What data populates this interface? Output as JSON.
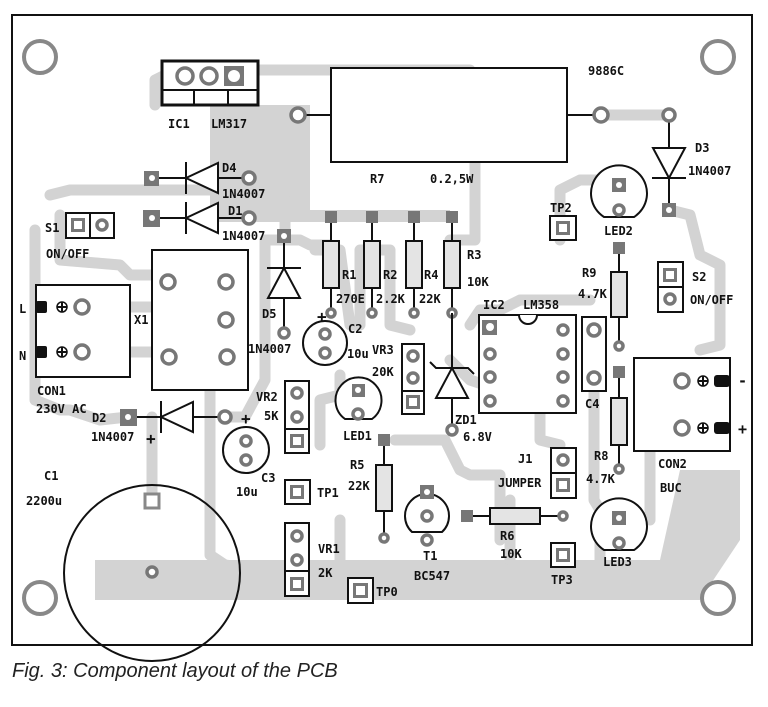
{
  "caption": "Fig. 3: Component layout of the PCB",
  "labels": {
    "ic1": "IC1",
    "lm317": "LM317",
    "r7_value": "9886C",
    "r7": "R7",
    "r7_rating": "0.2,5W",
    "d4": "D4",
    "d4_part": "1N4007",
    "d1": "D1",
    "d1_part": "1N4007",
    "s1": "S1",
    "s1_desc": "ON/OFF",
    "l": "L",
    "n": "N",
    "con1": "CON1",
    "con1_desc": "230V AC",
    "x1": "X1",
    "d5": "D5",
    "d5_part": "1N4007",
    "r1": "R1",
    "r1_val": "270E",
    "r2": "R2",
    "r2_val": "2.2K",
    "r4": "R4",
    "r4_val": "22K",
    "r3": "R3",
    "r3_val": "10K",
    "c2": "C2",
    "c2_val": "10u",
    "c2_plus": "+",
    "vr3": "VR3",
    "vr3_val": "20K",
    "led1": "LED1",
    "zd1": "ZD1",
    "zd1_val": "6.8V",
    "ic2": "IC2",
    "lm358": "LM358",
    "c4": "C4",
    "tp2": "TP2",
    "led2": "LED2",
    "d3": "D3",
    "d3_part": "1N4007",
    "r9": "R9",
    "r9_val": "4.7K",
    "s2": "S2",
    "s2_desc": "ON/OFF",
    "con2_minus": "-",
    "con2_plus": "+",
    "con2": "CON2",
    "con2_desc": "BUC",
    "r8": "R8",
    "r8_val": "4.7K",
    "led3": "LED3",
    "j1": "J1",
    "j1_desc": "JUMPER",
    "tp3": "TP3",
    "r6": "R6",
    "r6_val": "10K",
    "t1": "T1",
    "t1_part": "BC547",
    "r5": "R5",
    "r5_val": "22K",
    "vr2": "VR2",
    "vr2_val": "5K",
    "tp1": "TP1",
    "vr1": "VR1",
    "vr1_val": "2K",
    "tp0": "TP0",
    "c3": "C3",
    "c3_val": "10u",
    "c3_plus": "+",
    "d2": "D2",
    "d2_part": "1N4007",
    "c1_plus": "+",
    "c1": "C1",
    "c1_val": "2200u"
  },
  "colors": {
    "trace": "#d3d3d3",
    "pad": "#777777",
    "outline": "#111111"
  }
}
